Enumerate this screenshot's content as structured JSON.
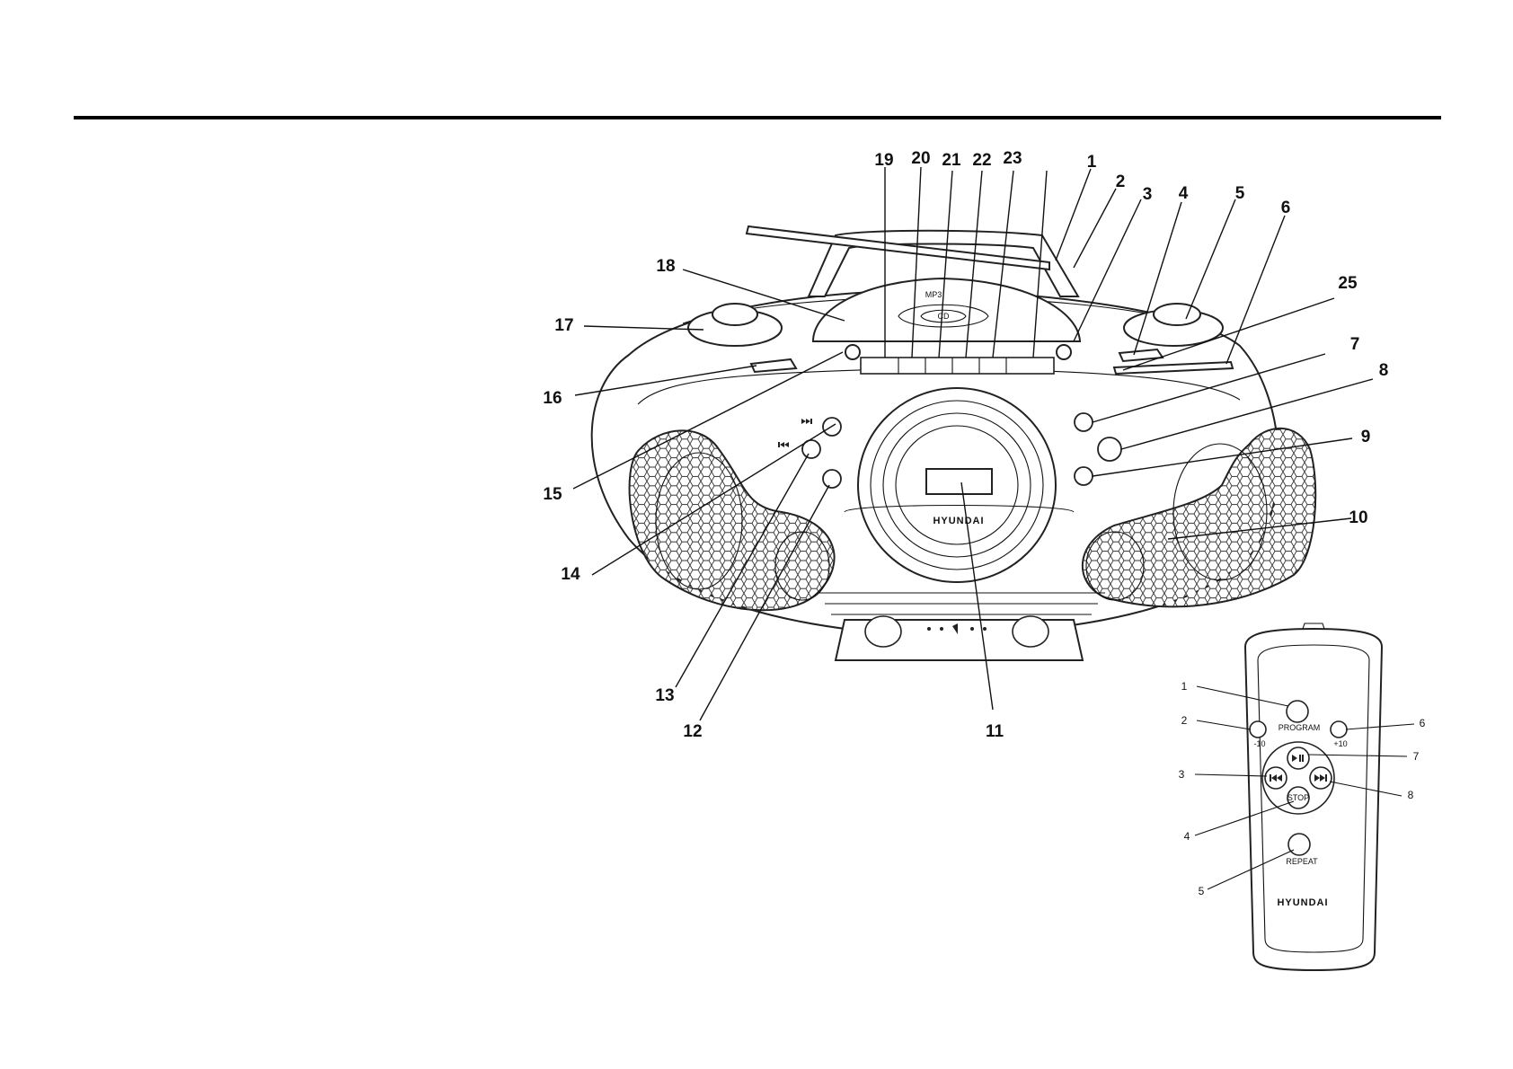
{
  "unit_callouts": {
    "c1": "1",
    "c2": "2",
    "c3": "3",
    "c4": "4",
    "c5": "5",
    "c6": "6",
    "c7": "7",
    "c8": "8",
    "c9": "9",
    "c10": "10",
    "c11": "11",
    "c12": "12",
    "c13": "13",
    "c14": "14",
    "c15": "15",
    "c16": "16",
    "c17": "17",
    "c18": "18",
    "c19": "19",
    "c20": "20",
    "c21": "21",
    "c22": "22",
    "c23": "23",
    "c25": "25"
  },
  "remote_callouts": {
    "r1": "1",
    "r2": "2",
    "r3": "3",
    "r4": "4",
    "r5": "5",
    "r6": "6",
    "r7": "7",
    "r8": "8"
  },
  "unit": {
    "brand": "HYUNDAI",
    "lid_logo_top": "MP3",
    "lid_logo_bottom": "CD"
  },
  "remote": {
    "brand": "HYUNDAI",
    "program_label": "PROGRAM",
    "minus10_label": "-10",
    "plus10_label": "+10",
    "stop_label": "STOP",
    "repeat_label": "REPEAT"
  }
}
